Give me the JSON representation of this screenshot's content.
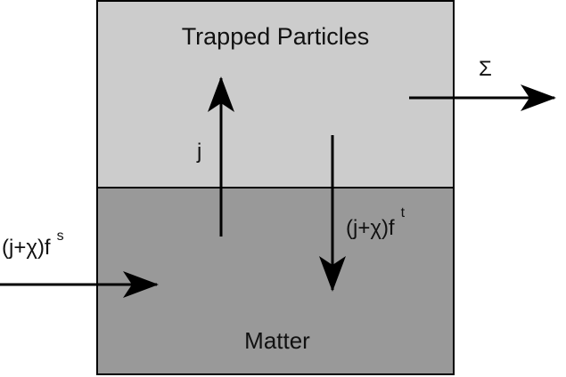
{
  "regions": {
    "top": {
      "label": "Trapped Particles",
      "fill": "#cccccc"
    },
    "bottom": {
      "label": "Matter",
      "fill": "#999999"
    }
  },
  "arrows": {
    "up": {
      "label": "j"
    },
    "down": {
      "label_base": "(j+χ)f",
      "label_sup": "t"
    },
    "in": {
      "label_base": "(j+χ)f",
      "label_sup": "s"
    },
    "out": {
      "label": "Σ"
    }
  },
  "colors": {
    "arrow": "#000000",
    "border": "#000000"
  }
}
